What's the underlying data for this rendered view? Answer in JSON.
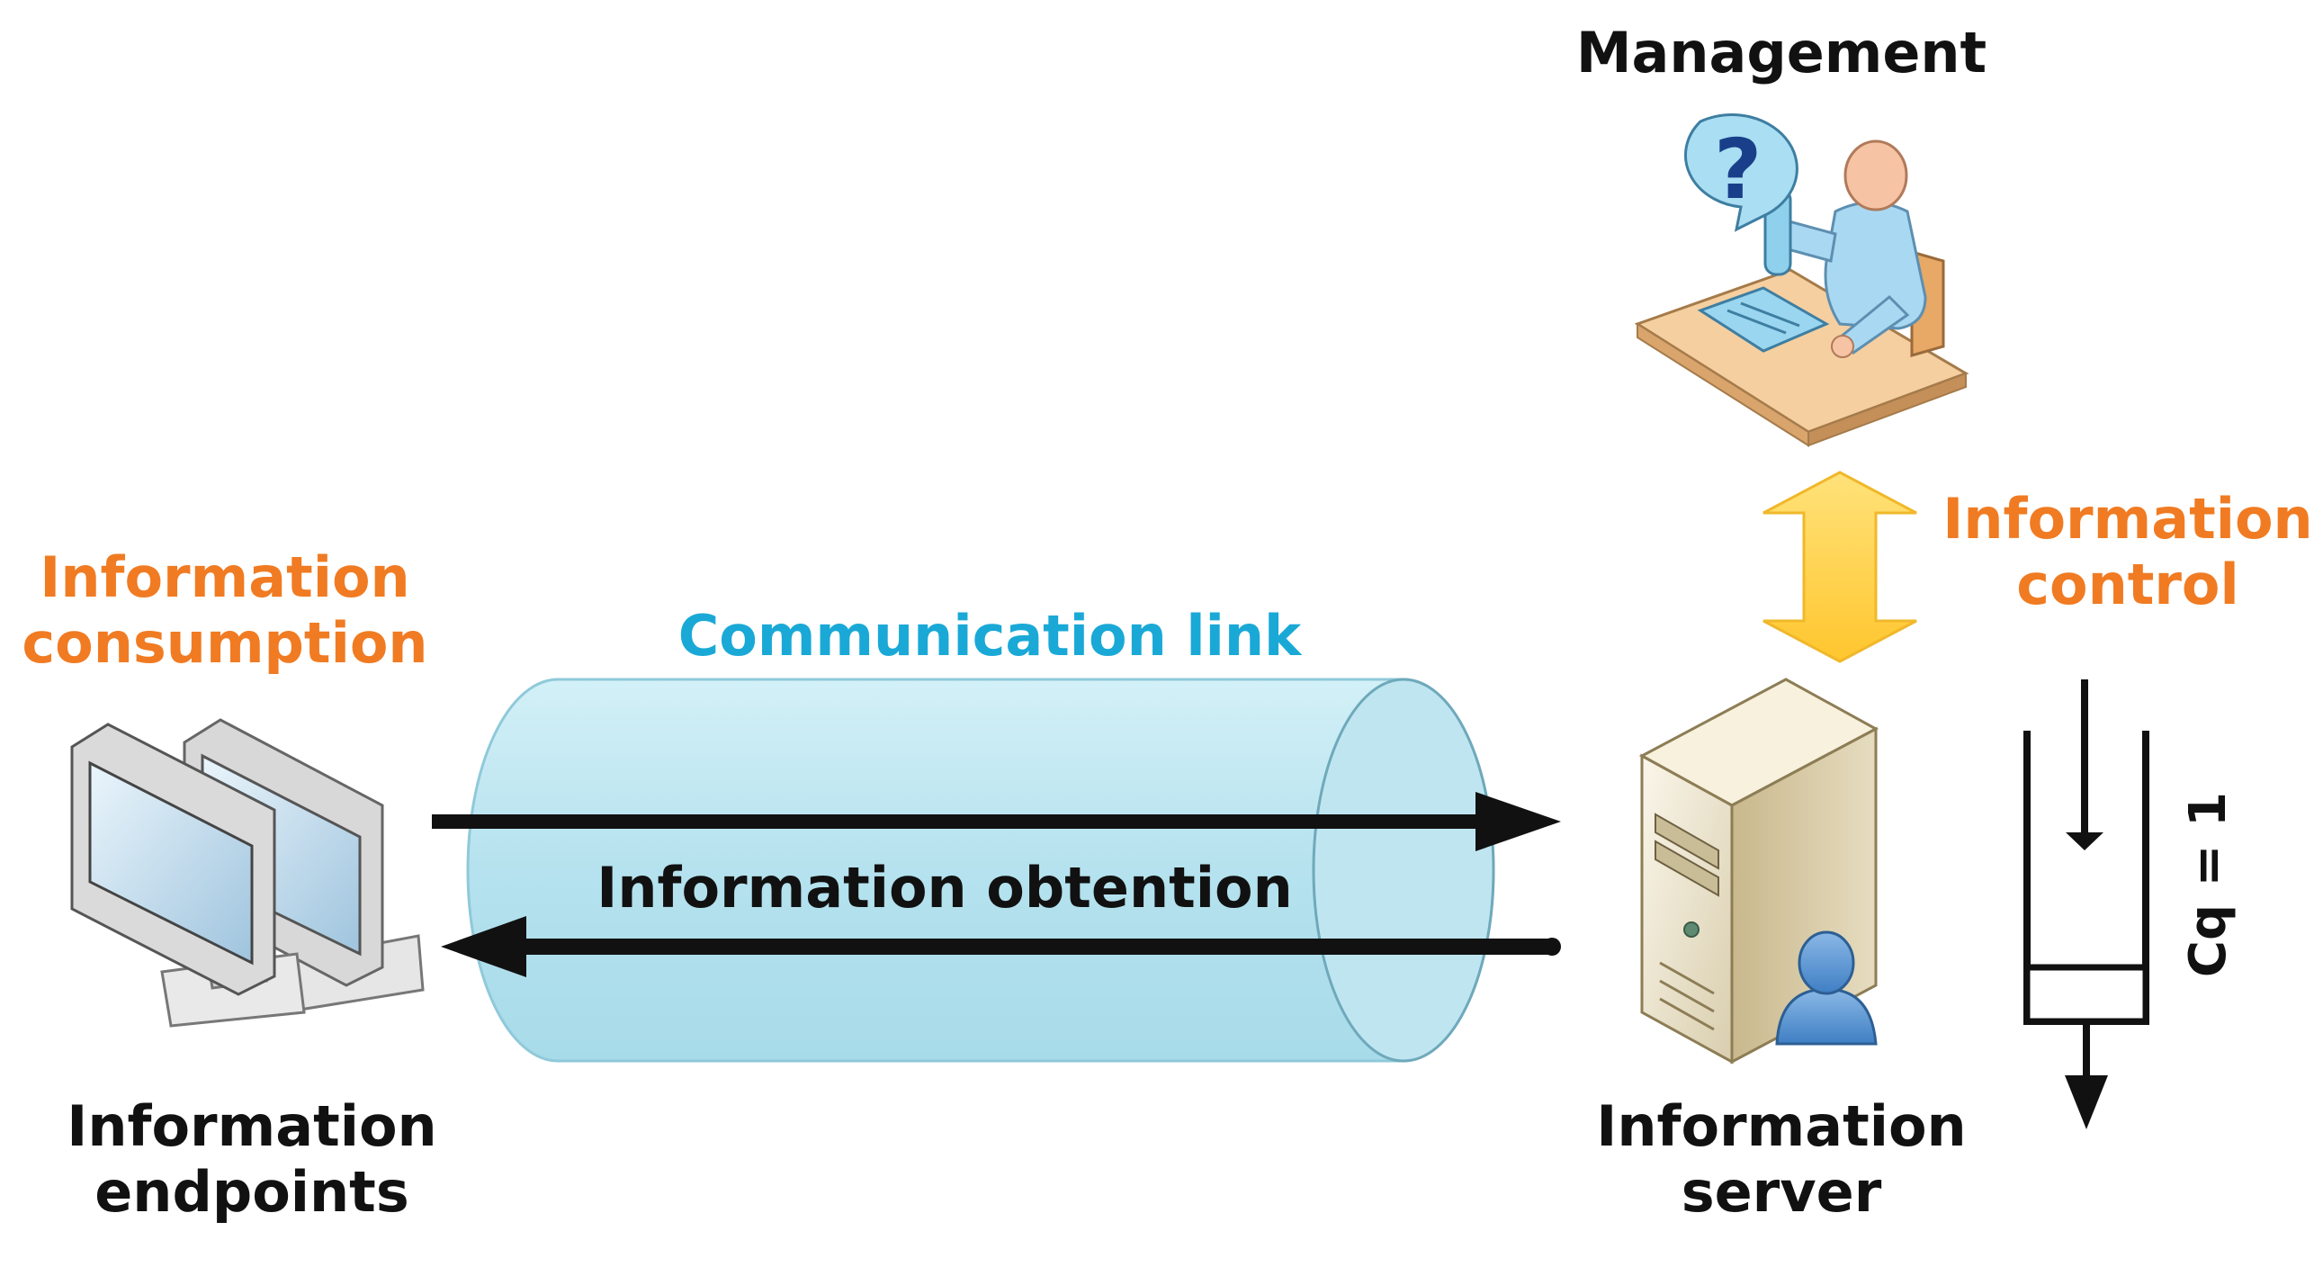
{
  "labels": {
    "management": "Management",
    "information_control": [
      "Information",
      "control"
    ],
    "information_consumption": [
      "Information",
      "consumption"
    ],
    "communication_link": "Communication link",
    "information_obtention": "Information obtention",
    "information_endpoints": [
      "Information",
      "endpoints"
    ],
    "information_server": [
      "Information",
      "server"
    ],
    "queue_capacity": "Cq = 1"
  },
  "icons": {
    "management": "person-at-desk-with-phone-icon",
    "question_bubble": "question-speech-bubble-icon",
    "endpoints": "desktop-monitors-icon",
    "server": "server-tower-with-user-icon",
    "link": "cylinder-pipe-icon",
    "control_arrow": "double-headed-arrow-icon",
    "queue": "single-slot-queue-icon"
  },
  "colors": {
    "label_text": "#111111",
    "accent_orange": "#f07b22",
    "link_cyan": "#1aa9d6",
    "pipe_fill": "#b7e3ee",
    "control_arrow_fill": "#ffd24d",
    "arrow_black": "#111111"
  }
}
